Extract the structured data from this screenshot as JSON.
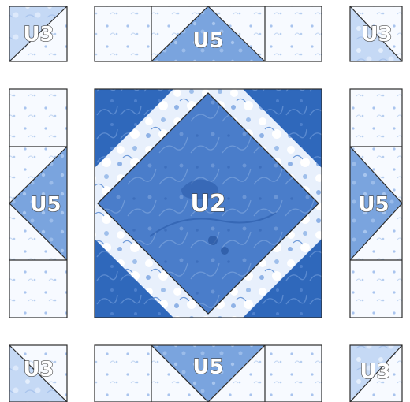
{
  "labels": {
    "center": "U2",
    "top_left": "U3",
    "top_right": "U3",
    "bottom_left": "U3",
    "bottom_right": "U3",
    "top_mid": "U5",
    "bottom_mid": "U5",
    "left_mid": "U5",
    "right_mid": "U5"
  },
  "colors": {
    "white_print": "#f6f9ff",
    "light_blue_print": "#bcd3f2",
    "medium_blue_print": "#6e9ad8",
    "dark_blue_print": "#2f67b9",
    "center_blue": "#4c7ec9",
    "outline": "#2b2b2b"
  }
}
